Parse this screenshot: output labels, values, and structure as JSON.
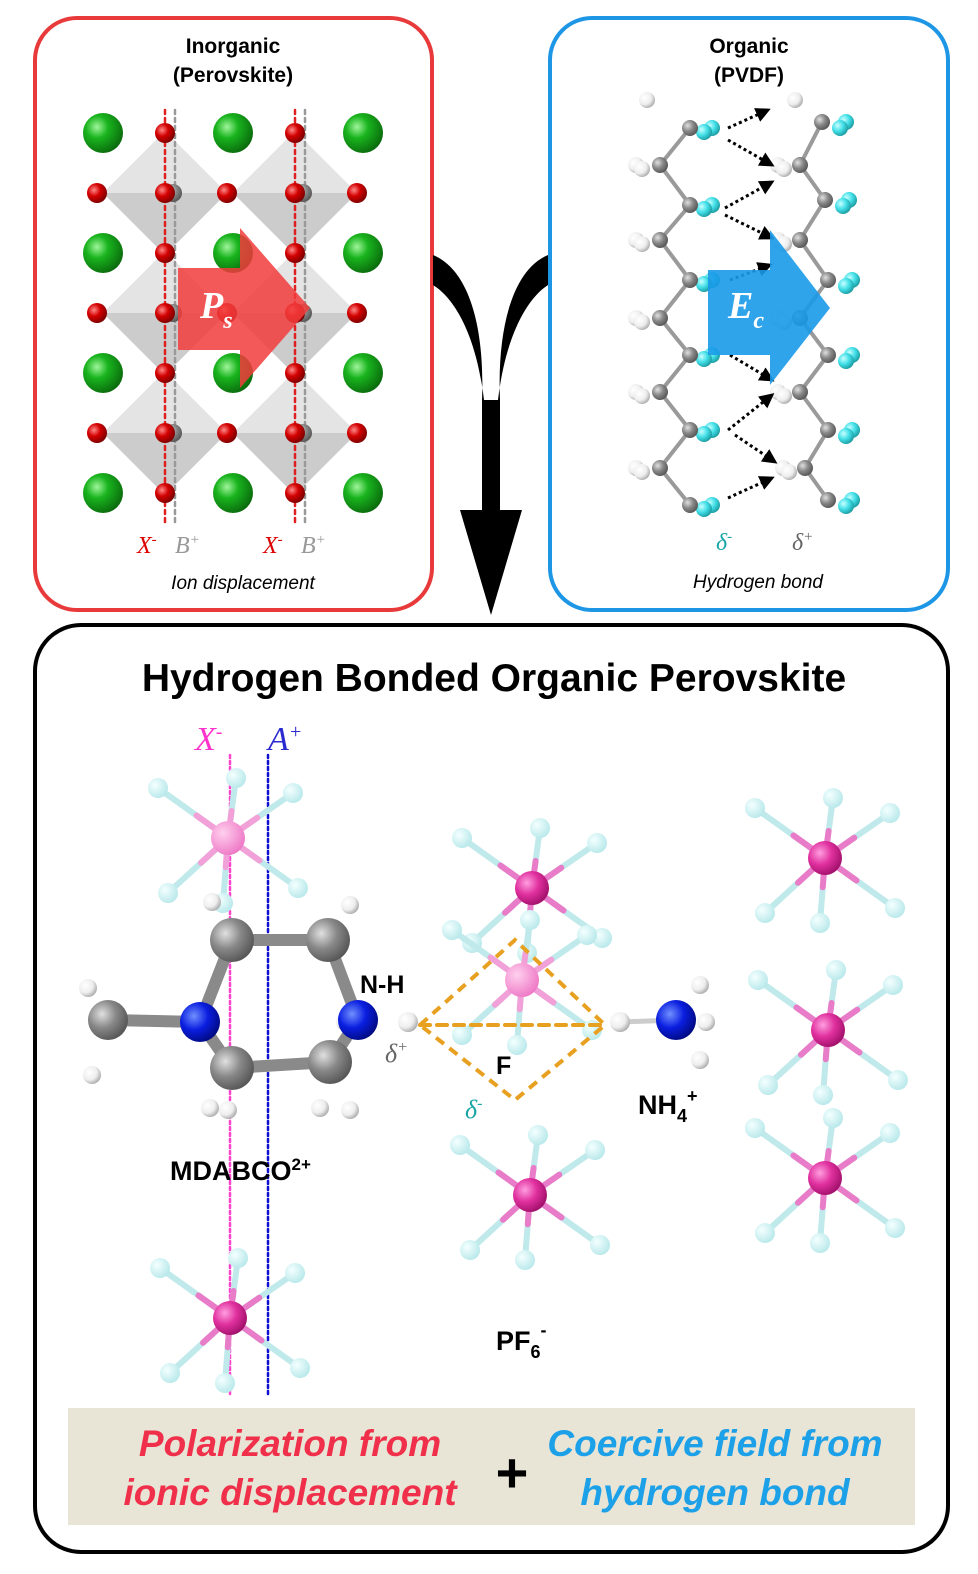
{
  "inorganic_panel": {
    "title_line1": "Inorganic",
    "title_line2": "(Perovskite)",
    "arrow_label": "P",
    "arrow_label_sub": "s",
    "labels": [
      {
        "ion": "X",
        "charge": "-"
      },
      {
        "ion": "B",
        "charge": "+"
      },
      {
        "ion": "X",
        "charge": "-"
      },
      {
        "ion": "B",
        "charge": "+"
      }
    ],
    "caption": "Ion displacement",
    "border_color": "#e83a3a"
  },
  "organic_panel": {
    "title_line1": "Organic",
    "title_line2": "(PVDF)",
    "arrow_label": "E",
    "arrow_label_sub": "c",
    "delta_minus": "δ",
    "delta_minus_sign": "-",
    "delta_plus": "δ",
    "delta_plus_sign": "+",
    "caption": "Hydrogen bond",
    "border_color": "#1e96e6"
  },
  "main_panel": {
    "title": "Hydrogen Bonded Organic Perovskite",
    "x_label": "X",
    "x_sign": "-",
    "a_label": "A",
    "a_sign": "+",
    "nh_label": "N-H",
    "delta_plus": "δ",
    "delta_plus_sign": "+",
    "f_label": "F",
    "delta_minus": "δ",
    "delta_minus_sign": "-",
    "nh4_label": "NH",
    "nh4_sub": "4",
    "nh4_sup": "+",
    "mdabco_label": "MDABCO",
    "mdabco_sup": "2+",
    "pf6_label": "PF",
    "pf6_sub": "6",
    "pf6_sup": "-"
  },
  "banner": {
    "left_line1": "Polarization from",
    "left_line2": "ionic displacement",
    "plus": "+",
    "right_line1": "Coercive field from",
    "right_line2": "hydrogen bond",
    "left_color": "#f0304a",
    "right_color": "#1ca0e8"
  }
}
